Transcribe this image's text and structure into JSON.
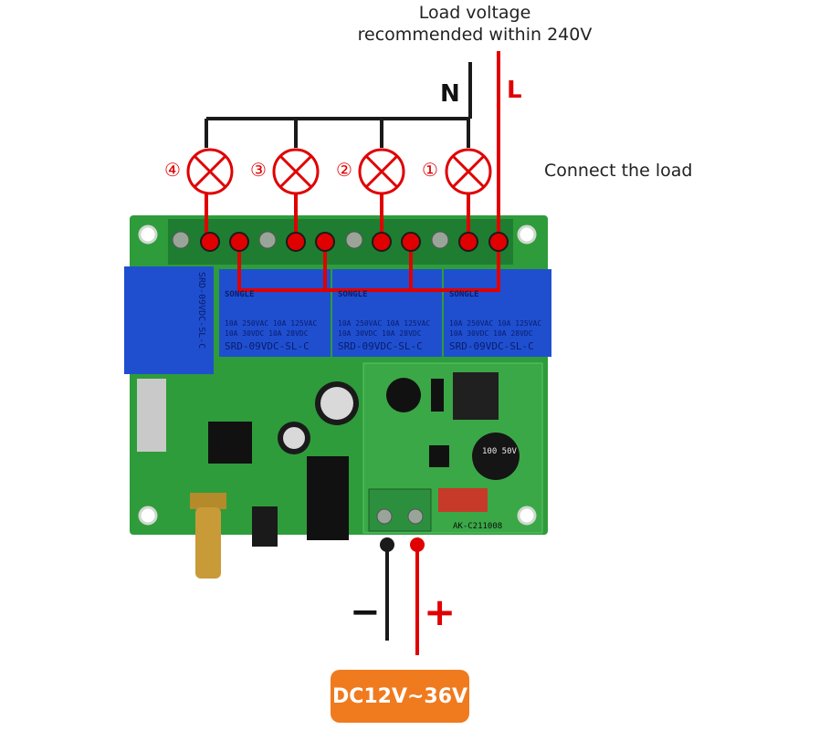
{
  "title_line1": "Load voltage",
  "title_line2": "recommended within 240V",
  "connect_label": "Connect the load",
  "neutral_label": "N",
  "live_label": "L",
  "channels": [
    "④",
    "③",
    "②",
    "①"
  ],
  "relay_lines": [
    "10A 250VAC  10A 125VAC",
    "10A  30VDC  10A  28VDC"
  ],
  "relay_model": "SRD-09VDC-SL-C",
  "relay_brand": "SONGLE",
  "board_code": "AK-C211008",
  "cap_label": "100 50V",
  "minus_label": "−",
  "plus_label": "+",
  "power_label": "DC12V~36V",
  "colors": {
    "live": "#e00000",
    "neutral": "#1a1a1a",
    "pcb": "#2e9c3a",
    "relay": "#1f4fcf",
    "badge": "#f07a1e"
  }
}
